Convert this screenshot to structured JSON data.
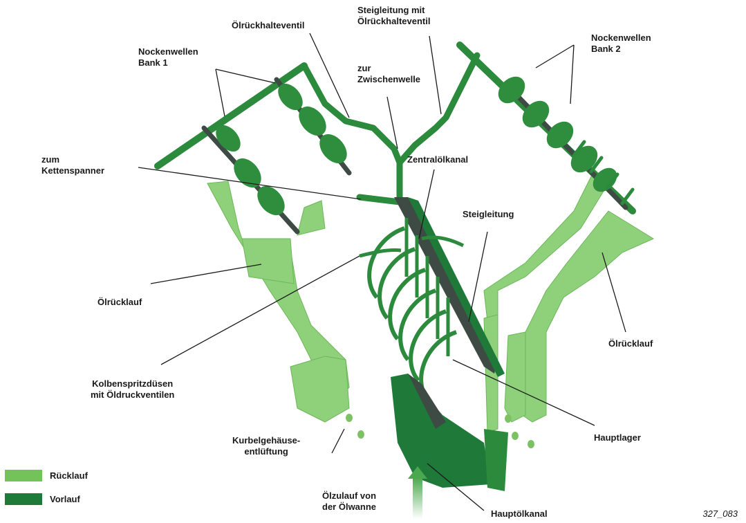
{
  "labels": {
    "nockenwellen_bank1": [
      "Nockenwellen",
      "Bank 1"
    ],
    "oelrueckhalteventil": "Ölrückhalteventil",
    "steigleitung_mit": [
      "Steigleitung mit",
      "Ölrückhalteventil"
    ],
    "nockenwellen_bank2": [
      "Nockenwellen",
      "Bank 2"
    ],
    "zur_zwischenwelle": [
      "zur",
      "Zwischenwelle"
    ],
    "zum_kettenspanner": [
      "zum",
      "Kettenspanner"
    ],
    "zentraloelkanal": "Zentralölkanal",
    "steigleitung": "Steigleitung",
    "oelruecklauf_left": "Ölrücklauf",
    "oelruecklauf_right": "Ölrücklauf",
    "kolbenspritzduesen": [
      "Kolbenspritzdüsen",
      "mit Öldruckventilen"
    ],
    "kurbelgehaeuse": [
      "Kurbelgehäuse-",
      "entlüftung"
    ],
    "hauptlager": "Hauptlager",
    "oelzulauf": [
      "Ölzulauf von",
      "der Ölwanne"
    ],
    "hauptoelkanal": "Hauptölkanal"
  },
  "legend": [
    {
      "label": "Rücklauf",
      "color": "#74c25a"
    },
    {
      "label": "Vorlauf",
      "color": "#1f7a3a"
    }
  ],
  "figure_number": "327_083",
  "colors": {
    "return_light": "#8fd07a",
    "return_mid": "#74c25a",
    "feed_dark": "#1f7a3a",
    "feed_mid": "#3a9a4d",
    "shaft_dark": "#3d4b44"
  }
}
